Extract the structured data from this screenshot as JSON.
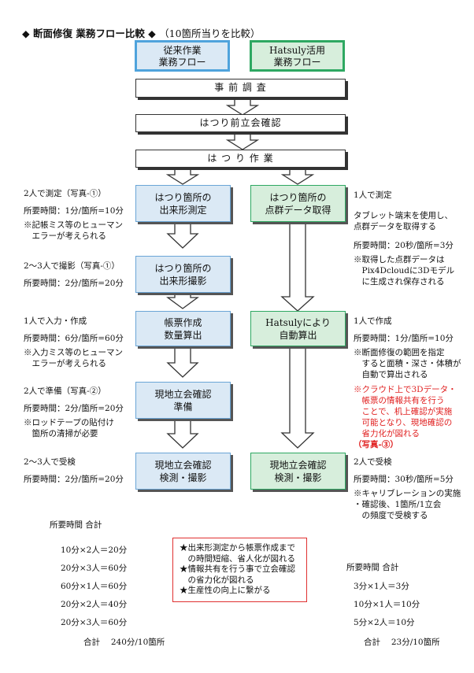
{
  "title": {
    "main": "◆ 断面修復 業務フロー比較 ◆",
    "sub": "（10箇所当りを比較）"
  },
  "headers": {
    "conventional": [
      "従来作業",
      "業務フロー"
    ],
    "hatsuly": [
      "Hatsuly活用",
      "業務フロー"
    ]
  },
  "common_steps": [
    "事 前 調 査",
    "はつり前立会確認",
    "は つ り 作 業"
  ],
  "left_boxes": [
    [
      "はつり箇所の",
      "出来形測定"
    ],
    [
      "はつり箇所の",
      "出来形撮影"
    ],
    [
      "帳票作成",
      "数量算出"
    ],
    [
      "現地立会確認",
      "準備"
    ],
    [
      "現地立会確認",
      "検測・撮影"
    ]
  ],
  "right_boxes": [
    [
      "はつり箇所の",
      "点群データ取得"
    ],
    [
      "Hatsulyにより",
      "自動算出"
    ],
    [
      "現地立会確認",
      "検測・撮影"
    ]
  ],
  "left_notes": [
    {
      "head": "2人で測定（写真-①）",
      "time": "所要時間：1分/箇所=10分",
      "extra": [
        "※記帳ミス等のヒューマン",
        "　エラーが考えられる"
      ]
    },
    {
      "head": "2〜3人で撮影（写真-①）",
      "time": "所要時間：2分/箇所=20分",
      "extra": []
    },
    {
      "head": "1人で入力・作成",
      "time": "所要時間：6分/箇所=60分",
      "extra": [
        "※入力ミス等のヒューマン",
        "　エラーが考えられる"
      ]
    },
    {
      "head": "2人で準備（写真-②）",
      "time": "所要時間：2分/箇所=20分",
      "extra": [
        "※ロッドテープの貼付け",
        "　箇所の清掃が必要"
      ]
    },
    {
      "head": "2〜3人で受検",
      "time": "所要時間：2分/箇所=20分",
      "extra": []
    }
  ],
  "right_notes": {
    "n1": {
      "head": "1人で測定",
      "body": [
        "タブレット端末を使用し、",
        "点群データを取得する"
      ],
      "time": "所要時間：20秒/箇所=3分",
      "extra": [
        "※取得した点群データは",
        "　Pix4Dcloudに3Dモデル",
        "　に生成され保存される"
      ]
    },
    "n2": {
      "head": "1人で作成",
      "time": "所要時間：1分/箇所=10分",
      "extra": [
        "※断面修復の範囲を指定",
        "　すると面積・深さ・体積が",
        "　自動で算出される"
      ]
    },
    "n3": {
      "red": [
        "※クラウド上で3Dデータ・",
        "　帳票の情報共有を行う",
        "　ことで、机上確認が実施",
        "　可能となり、現地確認の",
        "　省力化が図れる"
      ],
      "red_bold": "（写真-③）"
    },
    "n4": {
      "head": "2人で受検",
      "time": "所要時間：30秒/箇所=5分",
      "extra": [
        "※キャリブレーションの実施",
        "・確認後、1箇所/1立会",
        "　の頻度で受検する"
      ]
    }
  },
  "summary_left": {
    "heading": "所要時間 合計",
    "rows": [
      "10分×2人＝20分",
      "20分×3人＝60分",
      "60分×1人＝60分",
      "20分×2人＝40分",
      "20分×3人＝60分"
    ],
    "total": "合計　 240分/10箇所"
  },
  "summary_right": {
    "heading": "所要時間 合計",
    "rows": [
      "3分×1人＝3分",
      "10分×1人＝10分",
      "5分×2人＝10分"
    ],
    "total": "合計　 23分/10箇所"
  },
  "benefits": [
    "★出来形測定から帳票作成まで",
    "　の時間短縮、省人化が図れる",
    "★情報共有を行う事で立会確認",
    "　の省力化が図れる",
    "★生産性の向上に繋がる"
  ],
  "colors": {
    "blue_fill": "#dbe9f5",
    "blue_border": "#4fa3dc",
    "green_fill": "#d7eedc",
    "green_border": "#2ea862",
    "red": "#e02020"
  }
}
